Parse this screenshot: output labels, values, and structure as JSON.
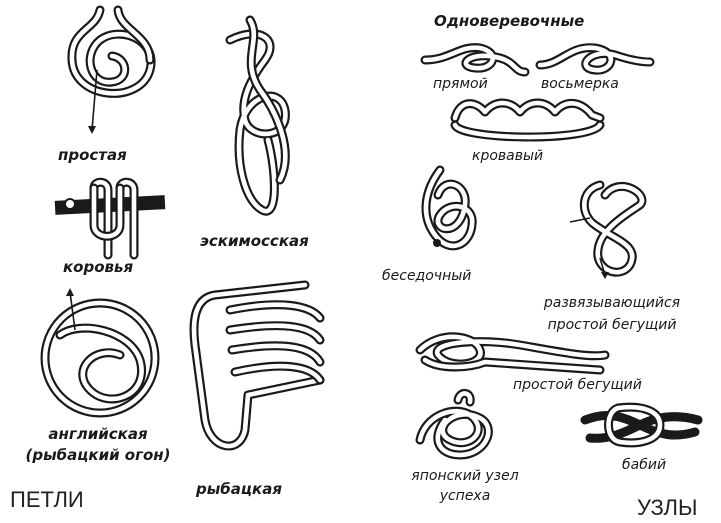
{
  "sections": {
    "loops": "ПЕТЛИ",
    "knots": "УЗЛЫ",
    "single_rope_heading": "Одноверевочные"
  },
  "loops": [
    {
      "key": "simple",
      "label": "простая"
    },
    {
      "key": "cow",
      "label": "коровья"
    },
    {
      "key": "eskimo",
      "label": "эскимосская"
    },
    {
      "key": "english",
      "label": "английская\n(рыбацкий огон)"
    },
    {
      "key": "fisherman",
      "label": "рыбацкая"
    }
  ],
  "knots": [
    {
      "key": "square",
      "label": "прямой"
    },
    {
      "key": "figure8",
      "label": "восьмерка"
    },
    {
      "key": "blood",
      "label": "кровавый"
    },
    {
      "key": "bowline",
      "label": "беседочный"
    },
    {
      "key": "slip_release",
      "label": "развязывающийся\nпростой бегущий"
    },
    {
      "key": "slip",
      "label": "простой бегущий"
    },
    {
      "key": "japanese",
      "label": "японский узел\nуспеха"
    },
    {
      "key": "granny",
      "label": "бабий"
    }
  ],
  "colors": {
    "ink": "#1a1a1a",
    "background": "#ffffff"
  }
}
